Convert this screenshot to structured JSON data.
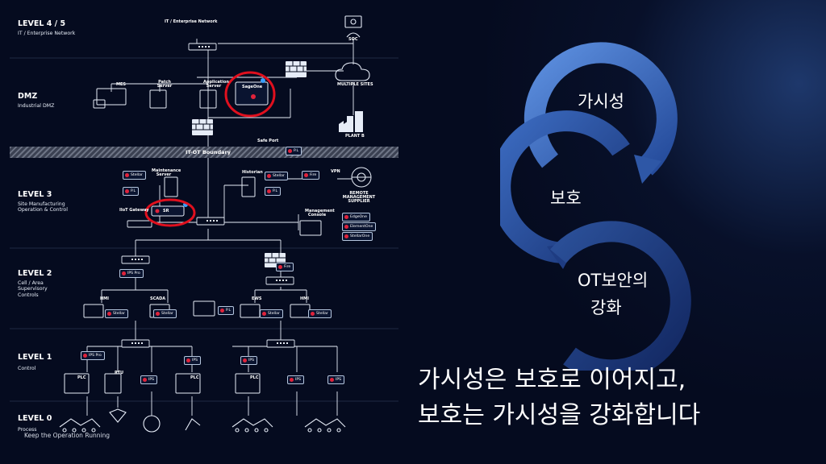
{
  "levels": [
    {
      "title": "LEVEL 4 / 5",
      "subtitle": "IT / Enterprise Network"
    },
    {
      "title": "DMZ",
      "subtitle": "Industrial DMZ"
    },
    {
      "title": "LEVEL 3",
      "subtitle": "Site Manufacturing Operation & Control"
    },
    {
      "title": "LEVEL 2",
      "subtitle": "Cell / Area Supervisory Controls"
    },
    {
      "title": "LEVEL 1",
      "subtitle": "Control"
    },
    {
      "title": "LEVEL 0",
      "subtitle": "Process"
    }
  ],
  "boundary_label": "IT-OT Boundary",
  "nodes": {
    "it_enterprise_network": "IT / Enterprise Network",
    "soc": "SOC",
    "multiple_sites": "MULTIPLE SITES",
    "plant_b": "PLANT B",
    "mes": "MES",
    "patch_server": "Patch Server",
    "application_server": "Application Server",
    "sageone": "SageOne",
    "safe_port": "Safe Port",
    "maintenance_server": "Maintenance Server",
    "iiot_gateway": "IIoT Gateway",
    "sr": "SR",
    "historian": "Historian",
    "vpn": "VPN",
    "remote_management_supplier": "REMOTE MANAGEMENT SUPPLIER",
    "management_console": "Management Console",
    "hmi_1": "HMI",
    "scada": "SCADA",
    "ews": "EWS",
    "hmi_2": "HMI",
    "plc": "PLC",
    "rtu": "RTU"
  },
  "tags": {
    "pl": "P.L",
    "stellar": "Stellar",
    "ips_pro": "IPS Pro",
    "fire": "Fire",
    "edgeone": "EdgeOne",
    "elementone": "ElementOne",
    "stellarone": "StellarOne",
    "ips": "IPS"
  },
  "footer_caption": "Keep the Operation Running",
  "cycle": {
    "step1": "가시성",
    "step2": "보호",
    "step3_line1": "OT보안의",
    "step3_line2": "강화"
  },
  "caption": {
    "line1": "가시성은 보호로 이어지고,",
    "line2": "보호는 가시성을 강화합니다"
  },
  "colors": {
    "background": "#050b1f",
    "highlight_circle": "#e0101e",
    "arrow_light": "#4a7fd4",
    "arrow_dark": "#17306a"
  }
}
